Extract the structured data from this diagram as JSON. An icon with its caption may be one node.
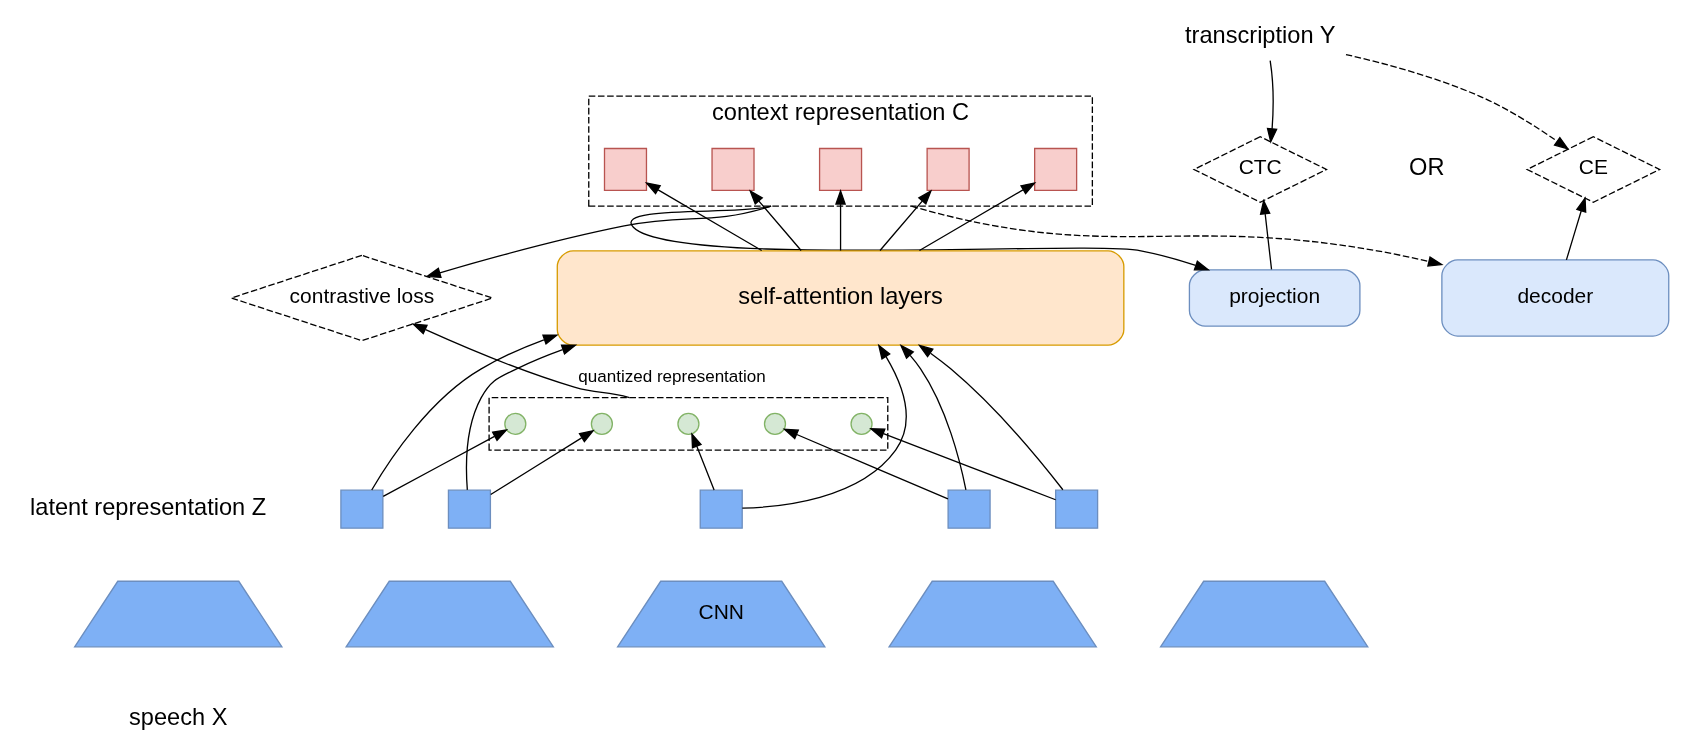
{
  "diagram": {
    "nodes": [
      {
        "text": [
          "context representation C"
        ]
      },
      {
        "text": [],
        "shape": "box",
        "in": 0
      },
      {
        "text": [],
        "shape": "box",
        "in": 0
      },
      {
        "text": [],
        "shape": "box",
        "in": 0
      },
      {
        "text": [],
        "shape": "box",
        "in": 0
      },
      {
        "text": [],
        "shape": "box",
        "in": 0
      },
      {
        "text": [
          "contrastive loss"
        ]
      },
      {
        "text": [
          "self-attention layers"
        ]
      },
      {
        "text": [],
        "shape": "box"
      },
      {
        "text": [],
        "shape": "circle",
        "in": 8
      },
      {
        "text": [],
        "shape": "circle",
        "in": 8
      },
      {
        "text": [],
        "shape": "circle",
        "in": 8
      },
      {
        "text": [],
        "shape": "circle",
        "in": 8
      },
      {
        "text": [],
        "shape": "circle",
        "in": 8
      },
      {
        "text": [],
        "shape": "box"
      },
      {
        "text": [],
        "shape": "box"
      },
      {
        "text": [],
        "shape": "box"
      },
      {
        "text": [],
        "shape": "box"
      },
      {
        "text": [],
        "shape": "box"
      },
      {
        "text": [],
        "shape": "trapezium"
      },
      {
        "text": [],
        "shape": "trapezium"
      },
      {
        "text": [
          "CNN"
        ]
      },
      {
        "text": [],
        "shape": "trapezium"
      },
      {
        "text": [],
        "shape": "trapezium"
      },
      {
        "text": [
          "transcription Y"
        ]
      },
      {
        "text": [
          "CTC"
        ]
      },
      {
        "text": [
          "CE"
        ]
      },
      {
        "text": [
          "projection"
        ]
      },
      {
        "text": [
          "decoder"
        ]
      }
    ],
    "edges": [
      {
        "from": 0,
        "to": 6,
        "arrow": "to"
      },
      {
        "from": 7,
        "to": 1,
        "arrow": "to"
      },
      {
        "from": 7,
        "to": 2,
        "arrow": "to"
      },
      {
        "from": 7,
        "to": 3,
        "arrow": "to"
      },
      {
        "from": 7,
        "to": 4,
        "arrow": "to"
      },
      {
        "from": 7,
        "to": 5,
        "arrow": "to"
      },
      {
        "from": 8,
        "to": 6,
        "arrow": "to",
        "label": "quantized representation"
      },
      {
        "from": 14,
        "to": 7,
        "arrow": "to"
      },
      {
        "from": 15,
        "to": 7,
        "arrow": "to"
      },
      {
        "from": 16,
        "to": 7,
        "arrow": "to"
      },
      {
        "from": 17,
        "to": 7,
        "arrow": "to"
      },
      {
        "from": 18,
        "to": 7,
        "arrow": "to"
      },
      {
        "from": 14,
        "to": 9,
        "arrow": "to"
      },
      {
        "from": 15,
        "to": 10,
        "arrow": "to"
      },
      {
        "from": 16,
        "to": 11,
        "arrow": "to"
      },
      {
        "from": 17,
        "to": 12,
        "arrow": "to"
      },
      {
        "from": 18,
        "to": 13,
        "arrow": "to"
      },
      {
        "from": 0,
        "to": 27,
        "arrow": "to"
      },
      {
        "from": 0,
        "to": 28,
        "arrow": "to",
        "style": "dashed"
      },
      {
        "from": 27,
        "to": 25,
        "arrow": "to"
      },
      {
        "from": 28,
        "to": 26,
        "arrow": "to"
      },
      {
        "from": 24,
        "to": 25,
        "arrow": "to"
      },
      {
        "from": 24,
        "to": 26,
        "arrow": "to",
        "style": "dashed"
      }
    ],
    "labels": [
      "latent representation Z",
      "speech X",
      "OR"
    ]
  }
}
